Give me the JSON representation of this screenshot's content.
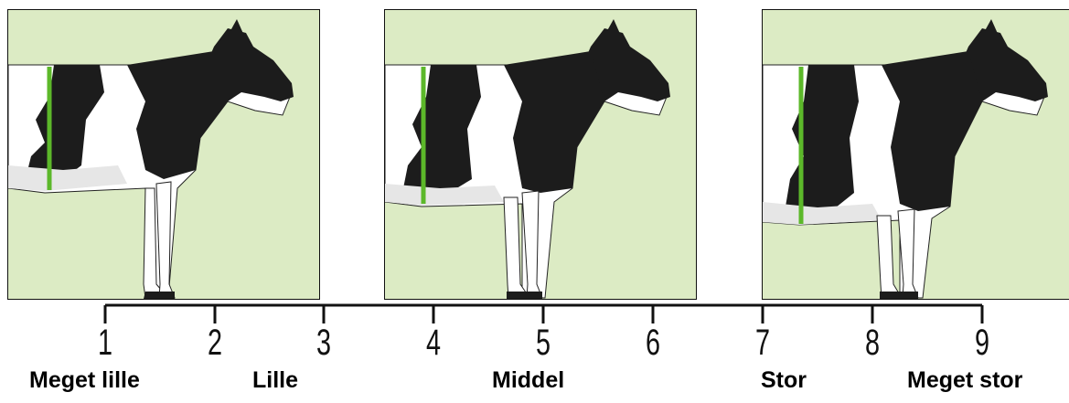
{
  "scale": {
    "ticks": [
      "1",
      "2",
      "3",
      "4",
      "5",
      "6",
      "7",
      "8",
      "9"
    ]
  },
  "labels": {
    "meget_lille": "Meget lille",
    "lille": "Lille",
    "middel": "Middel",
    "stor": "Stor",
    "meget_stor": "Meget stor"
  },
  "colors": {
    "panel_bg": "#dcebc4",
    "marker": "#5cb82a",
    "cow_black": "#1c1c1c",
    "cow_white": "#ffffff"
  }
}
